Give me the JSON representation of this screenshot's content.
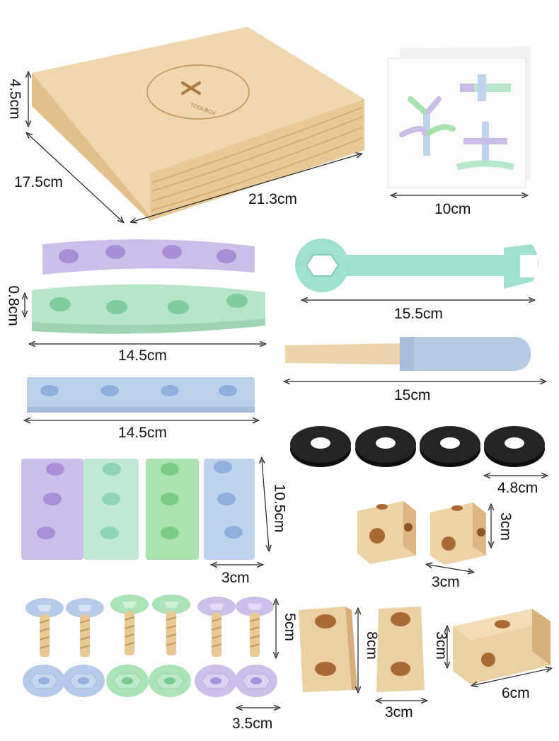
{
  "box": {
    "logo_text": "TOOLBOX",
    "height_label": "4.5cm",
    "depth_label": "17.5cm",
    "width_label": "21.3cm"
  },
  "manual": {
    "width_label": "10cm"
  },
  "curved_beams": {
    "thickness_label": "0.8cm",
    "length_label": "14.5cm"
  },
  "wrench": {
    "length_label": "15.5cm"
  },
  "screwdriver": {
    "length_label": "15cm"
  },
  "straight_beam": {
    "length_label": "14.5cm"
  },
  "washers": {
    "diameter_label": "4.8cm"
  },
  "short_beams": {
    "length_label": "10.5cm",
    "width_label": "3cm"
  },
  "cubes": {
    "side_label": "3cm",
    "width_label": "3cm"
  },
  "bolts_nuts": {
    "bolt_length_label": "5cm",
    "nut_width_label": "3.5cm"
  },
  "wood_plates": {
    "length_label": "8cm",
    "width_label": "3cm"
  },
  "wood_block": {
    "height_label": "3cm",
    "length_label": "6cm"
  },
  "colors": {
    "lavender": "#c9bde8",
    "mint": "#b8e8cc",
    "green": "#a6e2ad",
    "blue": "#b9cdea",
    "teal": "#9fe0cf",
    "wood": "#ecd3a9",
    "black": "#1c1c1c"
  }
}
